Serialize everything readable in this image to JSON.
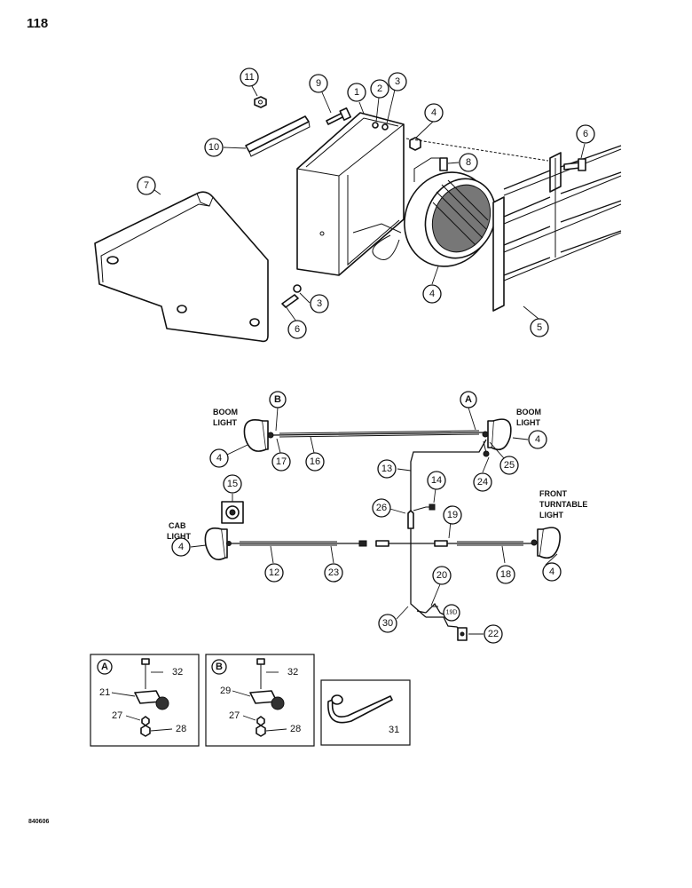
{
  "page_number": "118",
  "figure_id": "840606",
  "callouts": {
    "c1": "1",
    "c2": "2",
    "c3a": "3",
    "c3b": "3",
    "c4a": "4",
    "c4b": "4",
    "c5": "5",
    "c6a": "6",
    "c6b": "6",
    "c7": "7",
    "c8": "8",
    "c9": "9",
    "c10": "10",
    "c11": "11",
    "w4a": "4",
    "w4b": "4",
    "w4c": "4",
    "w4d": "4",
    "w12": "12",
    "w13": "13",
    "w14": "14",
    "w15": "15",
    "w16": "16",
    "w17": "17",
    "w18": "18",
    "w19": "19",
    "w19d": "19D",
    "w20": "20",
    "w22": "22",
    "w23": "23",
    "w24": "24",
    "w25": "25",
    "w26": "26",
    "w30": "30",
    "dA": "A",
    "dB": "B"
  },
  "labels": {
    "boom_light_left": [
      "BOOM",
      "LIGHT"
    ],
    "boom_light_right": [
      "BOOM",
      "LIGHT"
    ],
    "cab_light": [
      "CAB",
      "LIGHT"
    ],
    "front_turntable_light": [
      "FRONT",
      "TURNTABLE",
      "LIGHT"
    ]
  },
  "detail_A": {
    "letter": "A",
    "items": [
      "32",
      "21",
      "27",
      "28"
    ]
  },
  "detail_B": {
    "letter": "B",
    "items": [
      "32",
      "29",
      "27",
      "28"
    ]
  },
  "detail_tie": {
    "item": "31"
  }
}
